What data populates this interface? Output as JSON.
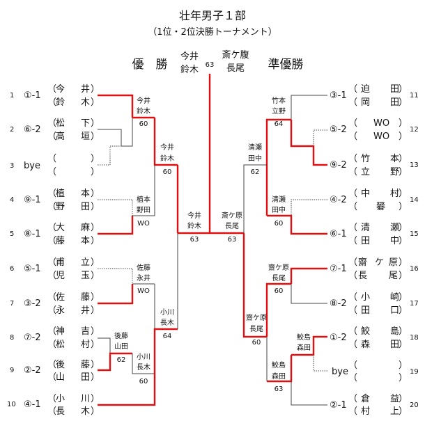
{
  "title": "壮年男子１部",
  "subtitle": "（1位・2位決勝トーナメント）",
  "champion_label": "優　勝",
  "runnerup_label": "準優勝",
  "final": {
    "left": [
      "今井",
      "鈴木"
    ],
    "right": [
      "斎ケ腹",
      "長尾"
    ],
    "score": "63"
  },
  "semis": {
    "left": {
      "names": [
        "今井",
        "鈴木"
      ],
      "score": "63"
    },
    "right": {
      "names": [
        "斎ケ原",
        "長尾"
      ],
      "score": "63"
    }
  },
  "left_entries": [
    {
      "no": "1",
      "seed": "①-1",
      "p1": [
        "今",
        "井"
      ],
      "p2": [
        "鈴",
        "木"
      ]
    },
    {
      "no": "2",
      "seed": "⑥-2",
      "p1": [
        "松",
        "下"
      ],
      "p2": [
        "高",
        "垣"
      ]
    },
    {
      "no": "3",
      "seed": "bye",
      "p1": [
        "",
        ""
      ],
      "p2": [
        "",
        ""
      ]
    },
    {
      "no": "4",
      "seed": "⑨-1",
      "p1": [
        "植",
        "本"
      ],
      "p2": [
        "野",
        "田"
      ]
    },
    {
      "no": "5",
      "seed": "⑧-1",
      "p1": [
        "大",
        "麻"
      ],
      "p2": [
        "藤",
        "本"
      ]
    },
    {
      "no": "6",
      "seed": "⑤-1",
      "p1": [
        "甫",
        "立"
      ],
      "p2": [
        "児",
        "玉"
      ]
    },
    {
      "no": "7",
      "seed": "③-2",
      "p1": [
        "佐",
        "藤"
      ],
      "p2": [
        "永",
        "井"
      ]
    },
    {
      "no": "8",
      "seed": "⑦-2",
      "p1": [
        "神",
        "吉"
      ],
      "p2": [
        "松",
        "村"
      ]
    },
    {
      "no": "9",
      "seed": "②-2",
      "p1": [
        "後",
        "藤"
      ],
      "p2": [
        "山",
        "田"
      ]
    },
    {
      "no": "10",
      "seed": "④-1",
      "p1": [
        "小",
        "川"
      ],
      "p2": [
        "長",
        "木"
      ]
    }
  ],
  "right_entries": [
    {
      "no": "11",
      "seed": "③-1",
      "p1": [
        "迫",
        "田"
      ],
      "p2": [
        "岡",
        "田"
      ]
    },
    {
      "no": "12",
      "seed": "⑤-2",
      "p1": [
        "",
        "WO"
      ],
      "p2": [
        "",
        "WO"
      ]
    },
    {
      "no": "13",
      "seed": "⑨-2",
      "p1": [
        "竹",
        "本"
      ],
      "p2": [
        "立",
        "野"
      ]
    },
    {
      "no": "14",
      "seed": "④-2",
      "p1": [
        "中",
        "村"
      ],
      "p2": [
        "",
        "礬"
      ]
    },
    {
      "no": "15",
      "seed": "⑥-1",
      "p1": [
        "清",
        "瀬"
      ],
      "p2": [
        "田",
        "中"
      ]
    },
    {
      "no": "16",
      "seed": "⑦-1",
      "p1": [
        "齋",
        "ケ",
        "原"
      ],
      "p2": [
        "長",
        "",
        "尾"
      ]
    },
    {
      "no": "17",
      "seed": "⑧-2",
      "p1": [
        "小",
        "崎"
      ],
      "p2": [
        "田",
        "口"
      ]
    },
    {
      "no": "18",
      "seed": "①-2",
      "p1": [
        "鮫",
        "島"
      ],
      "p2": [
        "森",
        "田"
      ]
    },
    {
      "no": "19",
      "seed": "bye",
      "p1": [
        "",
        ""
      ],
      "p2": [
        "",
        ""
      ]
    },
    {
      "no": "20",
      "seed": "②-1",
      "p1": [
        "倉",
        "益"
      ],
      "p2": [
        "村",
        "上"
      ]
    }
  ],
  "left_results": [
    {
      "id": "L-R1a",
      "names": [
        "今井",
        "鈴木"
      ],
      "score": "60"
    },
    {
      "id": "L-R1b",
      "names": [
        "植本",
        "野田"
      ],
      "score": "WO"
    },
    {
      "id": "L-R1c",
      "names": [
        "佐藤",
        "永井"
      ],
      "score": "WO"
    },
    {
      "id": "L-R1d",
      "names": [
        "後藤",
        "山田"
      ],
      "score": "62"
    },
    {
      "id": "L-R2a",
      "names": [
        "今井",
        "鈴木"
      ],
      "score": "60"
    },
    {
      "id": "L-R2b",
      "names": [
        "小川",
        "長木"
      ],
      "score": "60"
    },
    {
      "id": "L-R3b",
      "names": [
        "小川",
        "長木"
      ],
      "score": "64"
    }
  ],
  "right_results": [
    {
      "id": "R-R1a",
      "names": [
        "竹本",
        "立野"
      ],
      "score": "64"
    },
    {
      "id": "R-R2a",
      "names": [
        "清瀬",
        "田中"
      ],
      "score": "62"
    },
    {
      "id": "R-R1b",
      "names": [
        "清瀬",
        "田中"
      ],
      "score": "60"
    },
    {
      "id": "R-R1c",
      "names": [
        "齋ケ原",
        "長尾"
      ],
      "score": "60"
    },
    {
      "id": "R-R2b",
      "names": [
        "齋ケ原",
        "長尾"
      ],
      "score": "60"
    },
    {
      "id": "R-R1d",
      "names": [
        "鮫島",
        "森田"
      ],
      "score": ""
    },
    {
      "id": "R-R2c",
      "names": [
        "鮫島",
        "森田"
      ],
      "score": "63"
    }
  ]
}
